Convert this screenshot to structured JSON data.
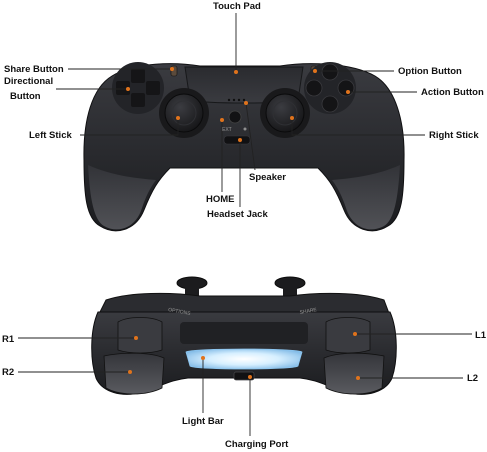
{
  "labels": {
    "touch_pad": "Touch Pad",
    "share_button": "Share Button",
    "directional_line1": "Directional",
    "directional_line2": "Button",
    "option_button": "Option Button",
    "action_button": "Action Button",
    "left_stick": "Left Stick",
    "right_stick": "Right Stick",
    "speaker": "Speaker",
    "home": "HOME",
    "headset_jack": "Headset Jack",
    "r1": "R1",
    "r2": "R2",
    "l1": "L1",
    "l2": "L2",
    "light_bar": "Light Bar",
    "charging_port": "Charging Port"
  },
  "device_markings": {
    "ext": "EXT",
    "options": "OPTIONS",
    "share": "SHARE"
  },
  "colors": {
    "pointer_dot": "#e0731c",
    "light_bar_glow": "#bfe4ff",
    "controller_body": "#2c2d31"
  }
}
